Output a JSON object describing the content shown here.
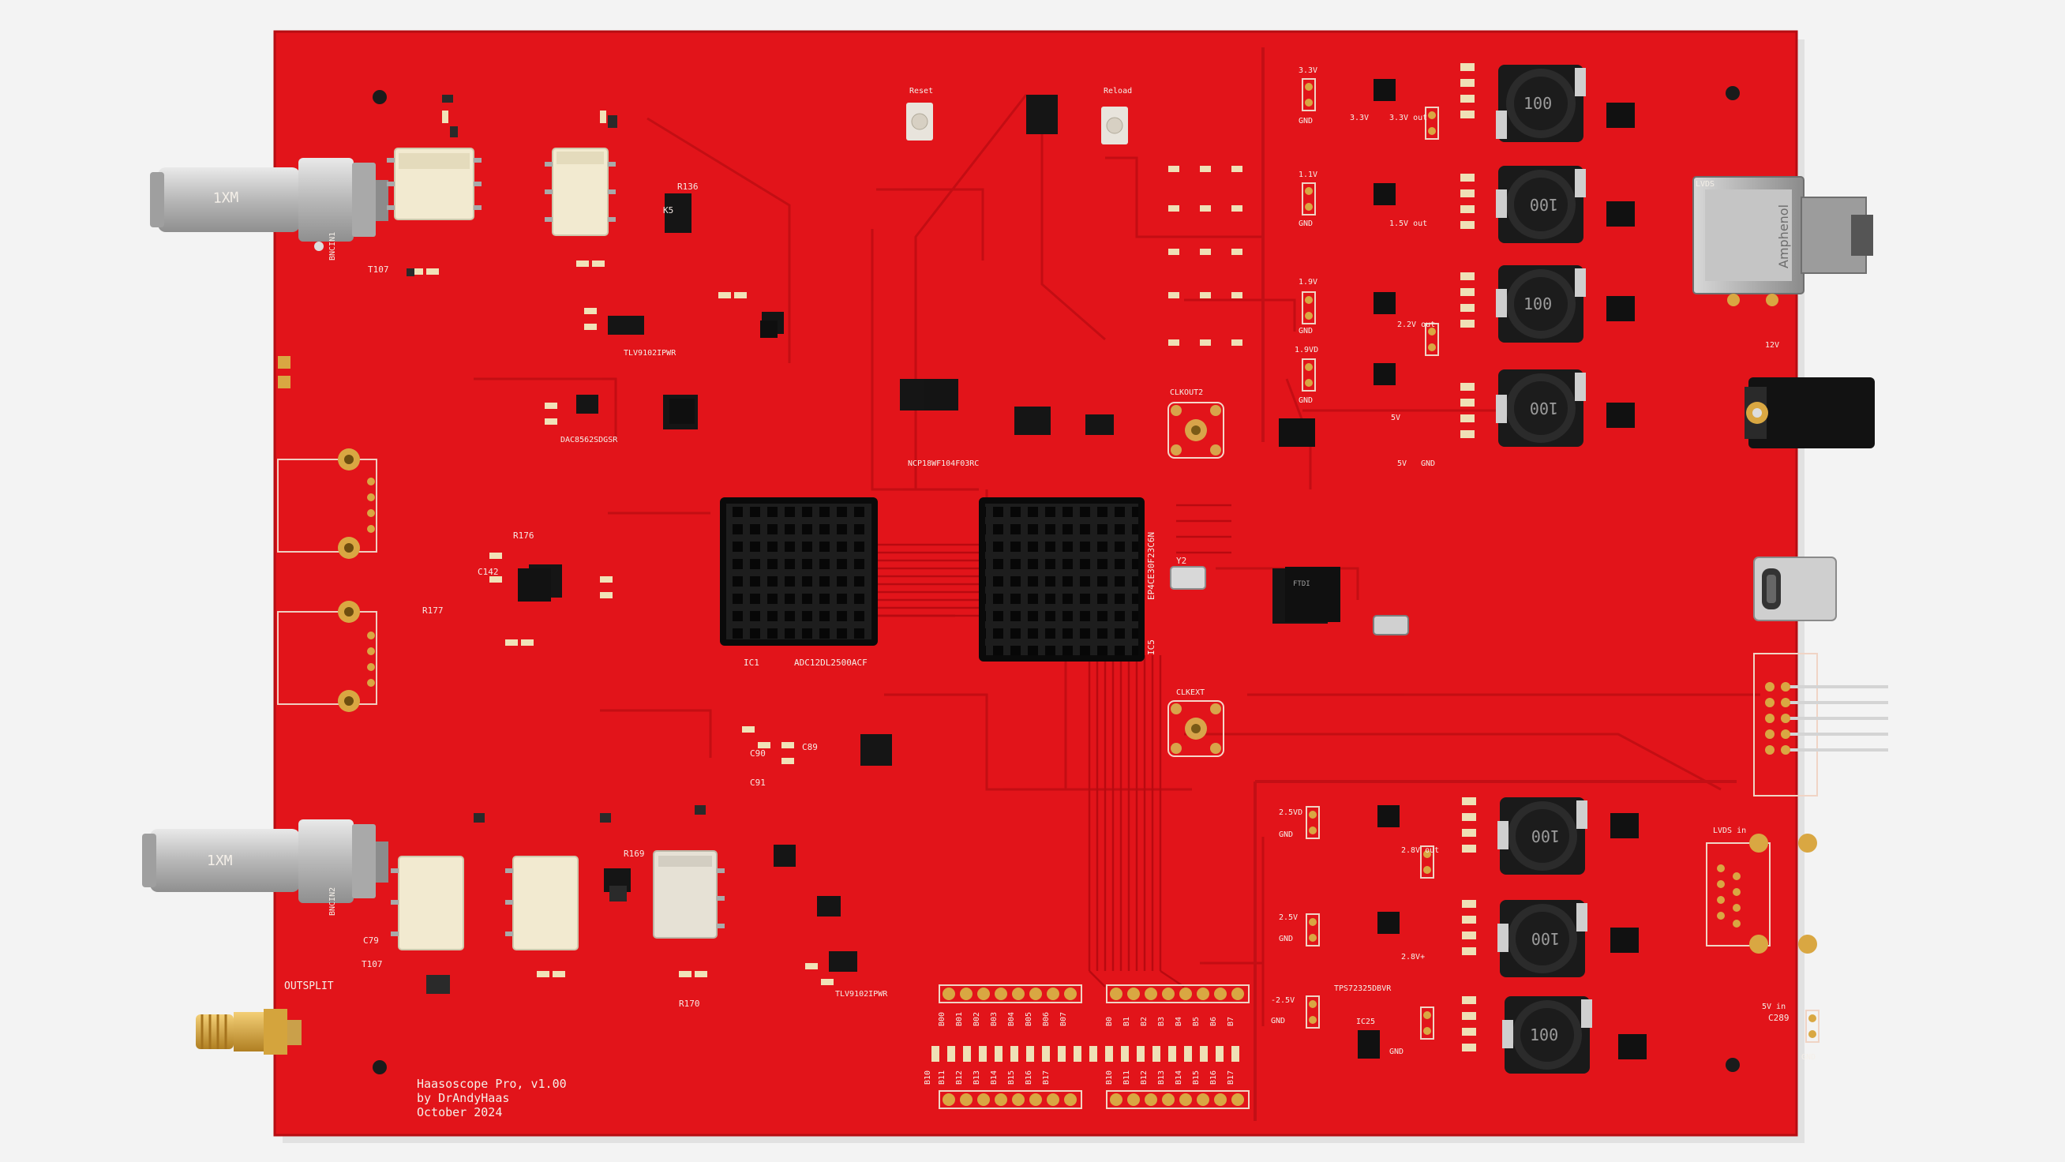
{
  "colors": {
    "background": "#f3f3f3",
    "pcb_red": "#e2141a",
    "pcb_red_dark": "#c20c12",
    "silkscreen": "#f4efe8",
    "heatsink": "#141414",
    "gold": "#d9a742",
    "bnc_metal": "#c9c9c9"
  },
  "board": {
    "credit_title": "Haasoscope Pro, v1.00",
    "credit_author": "by DrAndyHaas",
    "credit_date": "October 2024"
  },
  "labels": {
    "reset": "Reset",
    "reload": "Reload",
    "lvds": "LVDS",
    "lvds_in": "LVDS in",
    "clkout2": "CLKOUT2",
    "clkext": "CLKEXT",
    "outsplit": "OUTSPLIT",
    "bncin1": "BNCIN1",
    "bncin2": "BNCIN2",
    "adc": "ADC12DL2500ACF",
    "ic1": "IC1",
    "fpga": "EP4CE30F23C6N",
    "ic5": "IC5",
    "ncp": "NCP18WF104F03RC",
    "dac": "DAC8562SDGSR",
    "tlv_top": "TLV9102IPWR",
    "tlv_bottom": "TLV9102IPWR",
    "tps": "TPS72325DBVR",
    "ic25": "IC25",
    "amphenol": "Amphenol",
    "v33": "3.3V",
    "v11": "1.1V",
    "v19": "1.9V",
    "v19d": "1.9VD",
    "v25d": "2.5VD",
    "v25": "2.5V",
    "vm25": "-2.5V",
    "v5": "5V",
    "v12": "12V",
    "v5in": "5V in",
    "gnd": "GND",
    "v33_out": "3.3V out",
    "v15_out": "1.5V out",
    "v22_out": "2.2V out",
    "v28_out": "2.8V out",
    "v28p": "2.8V+",
    "inductor_marking": "100",
    "bnc_marking": "1XM",
    "ref_r136": "R136",
    "ref_r176": "R176",
    "ref_r177": "R177",
    "ref_r169": "R169",
    "ref_c142": "C142",
    "ref_c89": "C89",
    "ref_c90": "C90",
    "ref_c91": "C91",
    "ref_c289": "C289",
    "ref_y2": "Y2",
    "ref_t107": "T107",
    "ref_t107b": "T107",
    "ref_c79": "C79",
    "ref_r170": "R170",
    "ref_k5": "K5"
  },
  "header_top": [
    "B00",
    "B01",
    "B02",
    "B03",
    "B04",
    "B05",
    "B06",
    "B07"
  ],
  "header_top2": [
    "B0",
    "B1",
    "B2",
    "B3",
    "B4",
    "B5",
    "B6",
    "B7"
  ],
  "header_bottom": [
    "B10",
    "B11",
    "B12",
    "B13",
    "B14",
    "B15",
    "B16",
    "B17"
  ],
  "header_bottom2": [
    "B10",
    "B11",
    "B12",
    "B13",
    "B14",
    "B15",
    "B16",
    "B17"
  ]
}
